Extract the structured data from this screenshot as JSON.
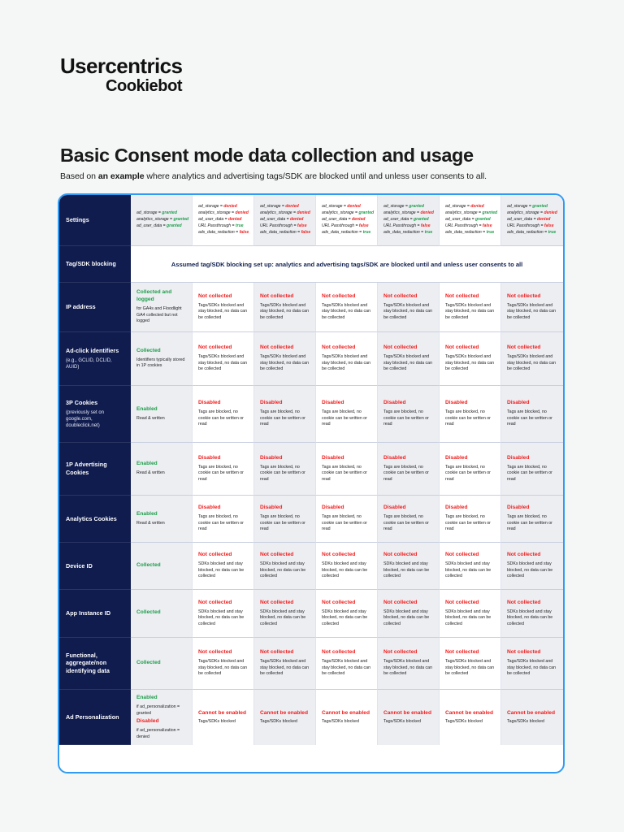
{
  "logo": {
    "line1": "Usercentrics",
    "line2": "Cookiebot"
  },
  "heading": {
    "title": "Basic Consent mode data collection and usage",
    "subtitle_pre": "Based on ",
    "subtitle_bold": "an example",
    "subtitle_post": " where analytics and advertising tags/SDK are blocked until and unless user consents to all."
  },
  "colors": {
    "brand_blue": "#2f9bf5",
    "navy": "#101c4e",
    "green": "#1f9e4b",
    "red": "#f01f1f",
    "page_bg": "#f5f6f6",
    "alt_cell": "#eceef2"
  },
  "banner": {
    "text": "Assumed tag/SDK blocking set up: analytics and advertising tags/SDK are blocked until and unless user consents to all"
  },
  "row_labels": [
    {
      "title": "Settings",
      "sub": ""
    },
    {
      "title": "Tag/SDK blocking",
      "sub": ""
    },
    {
      "title": "IP address",
      "sub": ""
    },
    {
      "title": "Ad-click identifiers",
      "sub": "(e.g., GCLID, DCLID, AUID)"
    },
    {
      "title": "3P Cookies",
      "sub": "(previously set on google.com, doubleclick.net)"
    },
    {
      "title": "1P Advertising Cookies",
      "sub": ""
    },
    {
      "title": "Analytics Cookies",
      "sub": ""
    },
    {
      "title": "Device ID",
      "sub": ""
    },
    {
      "title": "App Instance ID",
      "sub": ""
    },
    {
      "title": "Functional, aggregate/non identifying data",
      "sub": ""
    },
    {
      "title": "Ad Personalization",
      "sub": ""
    }
  ],
  "settings_columns": [
    {
      "lines": [
        {
          "key": "ad_storage = ",
          "val": "granted",
          "state": "granted"
        },
        {
          "key": "analytics_storage = ",
          "val": "granted",
          "state": "granted"
        },
        {
          "key": "ad_user_data = ",
          "val": "granted",
          "state": "granted"
        }
      ]
    },
    {
      "lines": [
        {
          "key": "ad_storage = ",
          "val": "denied",
          "state": "denied"
        },
        {
          "key": "analytics_storage = ",
          "val": "denied",
          "state": "denied"
        },
        {
          "key": "ad_user_data = ",
          "val": "denied",
          "state": "denied"
        },
        {
          "key": "URL Passthrough = ",
          "val": "true",
          "state": "granted"
        },
        {
          "key": "ads_data_redaction = ",
          "val": "false",
          "state": "denied"
        }
      ]
    },
    {
      "lines": [
        {
          "key": "ad_storage = ",
          "val": "denied",
          "state": "denied"
        },
        {
          "key": "analytics_storage = ",
          "val": "denied",
          "state": "denied"
        },
        {
          "key": "ad_user_data = ",
          "val": "denied",
          "state": "denied"
        },
        {
          "key": "URL Passthrough = ",
          "val": "false",
          "state": "denied"
        },
        {
          "key": "ads_data_redaction = ",
          "val": "false",
          "state": "denied"
        }
      ]
    },
    {
      "lines": [
        {
          "key": "ad_storage = ",
          "val": "denied",
          "state": "denied"
        },
        {
          "key": "analytics_storage = ",
          "val": "granted",
          "state": "granted"
        },
        {
          "key": "ad_user_data = ",
          "val": "denied",
          "state": "denied"
        },
        {
          "key": "URL Passthrough = ",
          "val": "false",
          "state": "denied"
        },
        {
          "key": "ads_data_redaction = ",
          "val": "true",
          "state": "granted"
        }
      ]
    },
    {
      "lines": [
        {
          "key": "ad_storage = ",
          "val": "granted",
          "state": "granted"
        },
        {
          "key": "analytics_storage = ",
          "val": "denied",
          "state": "denied"
        },
        {
          "key": "ad_user_data = ",
          "val": "granted",
          "state": "granted"
        },
        {
          "key": "URL Passthrough = ",
          "val": "false",
          "state": "denied"
        },
        {
          "key": "ads_data_redaction = ",
          "val": "true",
          "state": "granted"
        }
      ]
    },
    {
      "lines": [
        {
          "key": "ad_storage = ",
          "val": "denied",
          "state": "denied"
        },
        {
          "key": "analytics_storage = ",
          "val": "granted",
          "state": "granted"
        },
        {
          "key": "ad_user_data = ",
          "val": "granted",
          "state": "granted"
        },
        {
          "key": "URL Passthrough = ",
          "val": "false",
          "state": "denied"
        },
        {
          "key": "ads_data_redaction = ",
          "val": "true",
          "state": "granted"
        }
      ]
    },
    {
      "lines": [
        {
          "key": "ad_storage = ",
          "val": "granted",
          "state": "granted"
        },
        {
          "key": "analytics_storage = ",
          "val": "denied",
          "state": "denied"
        },
        {
          "key": "ad_user_data = ",
          "val": "denied",
          "state": "denied"
        },
        {
          "key": "URL Passthrough = ",
          "val": "false",
          "state": "denied"
        },
        {
          "key": "ads_data_redaction = ",
          "val": "true",
          "state": "granted"
        }
      ]
    }
  ],
  "rows": [
    {
      "name": "ip-address",
      "cells": [
        {
          "head": "Collected and logged",
          "state": "granted",
          "body": "for GA4s and Floodlight GA4 collected but not logged"
        },
        {
          "head": "Not collected",
          "state": "denied",
          "body": "Tags/SDKs blocked and stay blocked, no data can be collected"
        },
        {
          "head": "Not collected",
          "state": "denied",
          "body": "Tags/SDKs blocked and stay blocked, no data can be collected"
        },
        {
          "head": "Not collected",
          "state": "denied",
          "body": "Tags/SDKs blocked and stay blocked, no data can be collected"
        },
        {
          "head": "Not collected",
          "state": "denied",
          "body": "Tags/SDKs blocked and stay blocked, no data can be collected"
        },
        {
          "head": "Not collected",
          "state": "denied",
          "body": "Tags/SDKs blocked and stay blocked, no data can be collected"
        },
        {
          "head": "Not collected",
          "state": "denied",
          "body": "Tags/SDKs blocked and stay blocked, no data can be collected"
        }
      ]
    },
    {
      "name": "ad-click-identifiers",
      "cells": [
        {
          "head": "Collected",
          "state": "granted",
          "body": "Identifiers typically stored in 1P cookies"
        },
        {
          "head": "Not collected",
          "state": "denied",
          "body": "Tags/SDKs blocked and stay blocked, no data can be collected"
        },
        {
          "head": "Not collected",
          "state": "denied",
          "body": "Tags/SDKs blocked and stay blocked, no data can be collected"
        },
        {
          "head": "Not collected",
          "state": "denied",
          "body": "Tags/SDKs blocked and stay blocked, no data can be collected"
        },
        {
          "head": "Not collected",
          "state": "denied",
          "body": "Tags/SDKs blocked and stay blocked, no data can be collected"
        },
        {
          "head": "Not collected",
          "state": "denied",
          "body": "Tags/SDKs blocked and stay blocked, no data can be collected"
        },
        {
          "head": "Not collected",
          "state": "denied",
          "body": "Tags/SDKs blocked and stay blocked, no data can be collected"
        }
      ]
    },
    {
      "name": "3p-cookies",
      "cells": [
        {
          "head": "Enabled",
          "state": "granted",
          "body": "Read & written"
        },
        {
          "head": "Disabled",
          "state": "denied",
          "body": "Tags are blocked, no cookie can be written or read"
        },
        {
          "head": "Disabled",
          "state": "denied",
          "body": "Tags are blocked, no cookie can be written or read"
        },
        {
          "head": "Disabled",
          "state": "denied",
          "body": "Tags are blocked, no cookie can be written or read"
        },
        {
          "head": "Disabled",
          "state": "denied",
          "body": "Tags are blocked, no cookie can be written or read"
        },
        {
          "head": "Disabled",
          "state": "denied",
          "body": "Tags are blocked, no cookie can be written or read"
        },
        {
          "head": "Disabled",
          "state": "denied",
          "body": "Tags are blocked, no cookie can be written or read"
        }
      ]
    },
    {
      "name": "1p-advertising-cookies",
      "cells": [
        {
          "head": "Enabled",
          "state": "granted",
          "body": "Read & written"
        },
        {
          "head": "Disabled",
          "state": "denied",
          "body": "Tags are blocked, no cookie can be written or read"
        },
        {
          "head": "Disabled",
          "state": "denied",
          "body": "Tags are blocked, no cookie can be written or read"
        },
        {
          "head": "Disabled",
          "state": "denied",
          "body": "Tags are blocked, no cookie can be written or read"
        },
        {
          "head": "Disabled",
          "state": "denied",
          "body": "Tags are blocked, no cookie can be written or read"
        },
        {
          "head": "Disabled",
          "state": "denied",
          "body": "Tags are blocked, no cookie can be written or read"
        },
        {
          "head": "Disabled",
          "state": "denied",
          "body": "Tags are blocked, no cookie can be written or read"
        }
      ]
    },
    {
      "name": "analytics-cookies",
      "cells": [
        {
          "head": "Enabled",
          "state": "granted",
          "body": "Read & written"
        },
        {
          "head": "Disabled",
          "state": "denied",
          "body": "Tags are blocked, no cookie can be written or read"
        },
        {
          "head": "Disabled",
          "state": "denied",
          "body": "Tags are blocked, no cookie can be written or read"
        },
        {
          "head": "Disabled",
          "state": "denied",
          "body": "Tags are blocked, no cookie can be written or read"
        },
        {
          "head": "Disabled",
          "state": "denied",
          "body": "Tags are blocked, no cookie can be written or read"
        },
        {
          "head": "Disabled",
          "state": "denied",
          "body": "Tags are blocked, no cookie can be written or read"
        },
        {
          "head": "Disabled",
          "state": "denied",
          "body": "Tags are blocked, no cookie can be written or read"
        }
      ]
    },
    {
      "name": "device-id",
      "cells": [
        {
          "head": "Collected",
          "state": "granted",
          "body": ""
        },
        {
          "head": "Not collected",
          "state": "denied",
          "body": "SDKs blocked and stay blocked, no data can be collected"
        },
        {
          "head": "Not collected",
          "state": "denied",
          "body": "SDKs blocked and stay blocked, no data can be collected"
        },
        {
          "head": "Not collected",
          "state": "denied",
          "body": "SDKs blocked and stay blocked, no data can be collected"
        },
        {
          "head": "Not collected",
          "state": "denied",
          "body": "SDKs blocked and stay blocked, no data can be collected"
        },
        {
          "head": "Not collected",
          "state": "denied",
          "body": "SDKs blocked and stay blocked, no data can be collected"
        },
        {
          "head": "Not collected",
          "state": "denied",
          "body": "SDKs blocked and stay blocked, no data can be collected"
        }
      ]
    },
    {
      "name": "app-instance-id",
      "cells": [
        {
          "head": "Collected",
          "state": "granted",
          "body": ""
        },
        {
          "head": "Not collected",
          "state": "denied",
          "body": "SDKs blocked and stay blocked, no data can be collected"
        },
        {
          "head": "Not collected",
          "state": "denied",
          "body": "SDKs blocked and stay blocked, no data can be collected"
        },
        {
          "head": "Not collected",
          "state": "denied",
          "body": "SDKs blocked and stay blocked, no data can be collected"
        },
        {
          "head": "Not collected",
          "state": "denied",
          "body": "SDKs blocked and stay blocked, no data can be collected"
        },
        {
          "head": "Not collected",
          "state": "denied",
          "body": "SDKs blocked and stay blocked, no data can be collected"
        },
        {
          "head": "Not collected",
          "state": "denied",
          "body": "SDKs blocked and stay blocked, no data can be collected"
        }
      ]
    },
    {
      "name": "functional-aggregate-data",
      "cells": [
        {
          "head": "Collected",
          "state": "granted",
          "body": ""
        },
        {
          "head": "Not collected",
          "state": "denied",
          "body": "Tags/SDKs blocked and stay blocked, no data can be collected"
        },
        {
          "head": "Not collected",
          "state": "denied",
          "body": "Tags/SDKs blocked and stay blocked, no data can be collected"
        },
        {
          "head": "Not collected",
          "state": "denied",
          "body": "Tags/SDKs blocked and stay blocked, no data can be collected"
        },
        {
          "head": "Not collected",
          "state": "denied",
          "body": "Tags/SDKs blocked and stay blocked, no data can be collected"
        },
        {
          "head": "Not collected",
          "state": "denied",
          "body": "Tags/SDKs blocked and stay blocked, no data can be collected"
        },
        {
          "head": "Not collected",
          "state": "denied",
          "body": "Tags/SDKs blocked and stay blocked, no data can be collected"
        }
      ]
    }
  ],
  "ad_personalization_row": {
    "first_cell": {
      "head1": "Enabled",
      "body1": "if ad_personalization = granted",
      "head2": "Disabled",
      "body2": "if ad_personalization = denied"
    },
    "cells": [
      {
        "head": "Cannot be enabled",
        "state": "denied",
        "body": "Tags/SDKs blocked"
      },
      {
        "head": "Cannot be enabled",
        "state": "denied",
        "body": "Tags/SDKs blocked"
      },
      {
        "head": "Cannot be enabled",
        "state": "denied",
        "body": "Tags/SDKs blocked"
      },
      {
        "head": "Cannot be enabled",
        "state": "denied",
        "body": "Tags/SDKs blocked"
      },
      {
        "head": "Cannot be enabled",
        "state": "denied",
        "body": "Tags/SDKs blocked"
      },
      {
        "head": "Cannot be enabled",
        "state": "denied",
        "body": "Tags/SDKs blocked"
      }
    ]
  }
}
